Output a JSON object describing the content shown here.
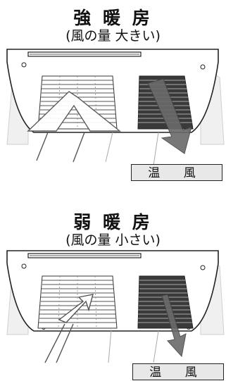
{
  "strong": {
    "title": "強 暖 房",
    "subtitle": "(風の量 大きい)",
    "label": "温 風"
  },
  "weak": {
    "title": "弱 暖 房",
    "subtitle": "(風の量 小さい)",
    "label": "温 風"
  }
}
